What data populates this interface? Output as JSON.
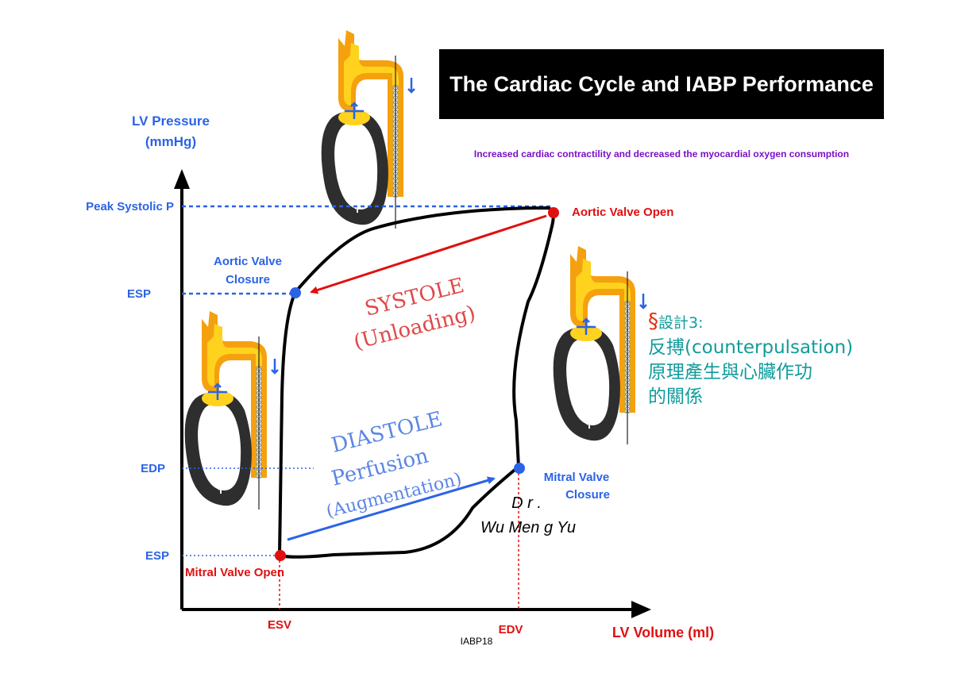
{
  "title": "The Cardiac Cycle and IABP Performance",
  "subtitle": "Increased cardiac contractility and decreased the myocardial oxygen consumption",
  "note": {
    "mark": "§",
    "line1": "設計3:",
    "line2": "反搏(counterpulsation)",
    "line3": "原理產生與心臟作功",
    "line4": "的關係"
  },
  "axes": {
    "y_label_line1": "LV Pressure",
    "y_label_line2": "(mmHg)",
    "x_label": "LV Volume (ml)"
  },
  "y_ticks": [
    "Peak Systolic P",
    "ESP",
    "EDP",
    "ESP"
  ],
  "x_ticks": [
    "ESV",
    "EDV"
  ],
  "points": [
    {
      "id": "aortic-valve-open",
      "label_line1": "Aortic Valve Open",
      "label_line2": "",
      "color": "#e01010"
    },
    {
      "id": "aortic-valve-closure",
      "label_line1": "Aortic Valve",
      "label_line2": "Closure",
      "color": "#2b63e6"
    },
    {
      "id": "mitral-valve-closure",
      "label_line1": "Mitral Valve",
      "label_line2": "Closure",
      "color": "#2b63e6"
    },
    {
      "id": "mitral-valve-open",
      "label_line1": "Mitral Valve Open",
      "label_line2": "",
      "color": "#e01010"
    }
  ],
  "phases": {
    "systole_line1": "SYSTOLE",
    "systole_line2": "(Unloading)",
    "diastole_line1": "DIASTOLE",
    "diastole_line2": "Perfusion",
    "diastole_line3": "(Augmentation)"
  },
  "author_line1": "D r .",
  "author_line2": "Wu Men g Yu",
  "footer": "IABP18",
  "colors": {
    "axis": "#000000",
    "label_blue": "#2b63e6",
    "label_red": "#e01010",
    "systole_text": "#e04848",
    "diastole_text": "#5b86e6",
    "heart_orange": "#f5a00f",
    "heart_yellow": "#ffd21e",
    "heart_muscle": "#2e2e2e"
  }
}
